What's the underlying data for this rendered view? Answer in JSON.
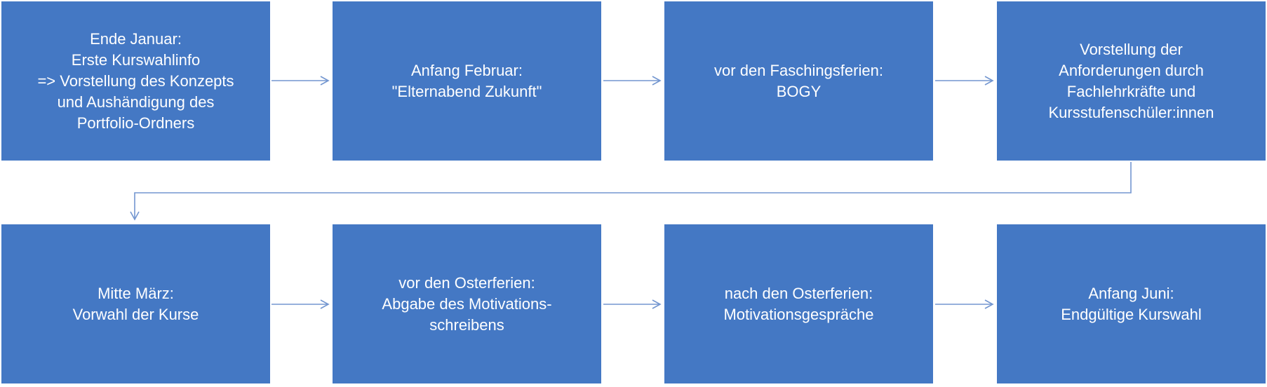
{
  "diagram": {
    "colors": {
      "box_fill": "#4478C4",
      "box_text": "#FFFFFF",
      "arrow": "#7396D0"
    },
    "steps": [
      {
        "text": "Ende Januar:\nErste Kurswahlinfo\n=> Vorstellung des Konzepts\nund Aushändigung des\nPortfolio-Ordners"
      },
      {
        "text": "Anfang Februar:\n\"Elternabend Zukunft\""
      },
      {
        "text": "vor den Faschingsferien:\nBOGY"
      },
      {
        "text": "Vorstellung der\nAnforderungen durch\nFachlehrkräfte und\nKursstufenschüler:innen"
      },
      {
        "text": "Mitte März:\nVorwahl der Kurse"
      },
      {
        "text": "vor den Osterferien:\nAbgabe des Motivations-\nschreibens"
      },
      {
        "text": "nach den Osterferien:\nMotivationsgespräche"
      },
      {
        "text": "Anfang Juni:\nEndgültige Kurswahl"
      }
    ]
  }
}
